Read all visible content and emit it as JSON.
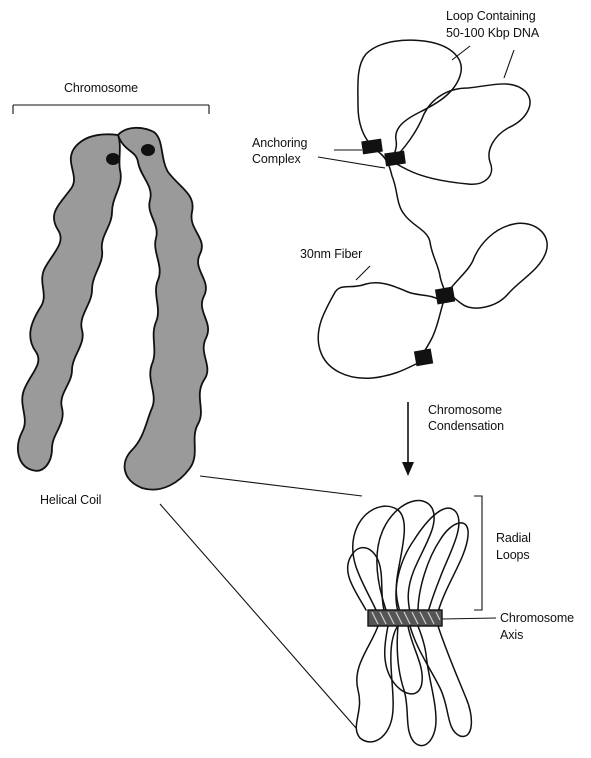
{
  "labels": {
    "chromosome": "Chromosome",
    "helical_coil": "Helical Coil",
    "loop_containing_1": "Loop Containing",
    "loop_containing_2": "50-100 Kbp DNA",
    "anchoring_1": "Anchoring",
    "anchoring_2": "Complex",
    "fiber": "30nm Fiber",
    "condensation_1": "Chromosome",
    "condensation_2": "Condensation",
    "radial_1": "Radial",
    "radial_2": "Loops",
    "axis_1": "Chromosome",
    "axis_2": "Axis"
  },
  "colors": {
    "chromatid_fill": "#9a9a9a",
    "stroke": "#111111"
  }
}
